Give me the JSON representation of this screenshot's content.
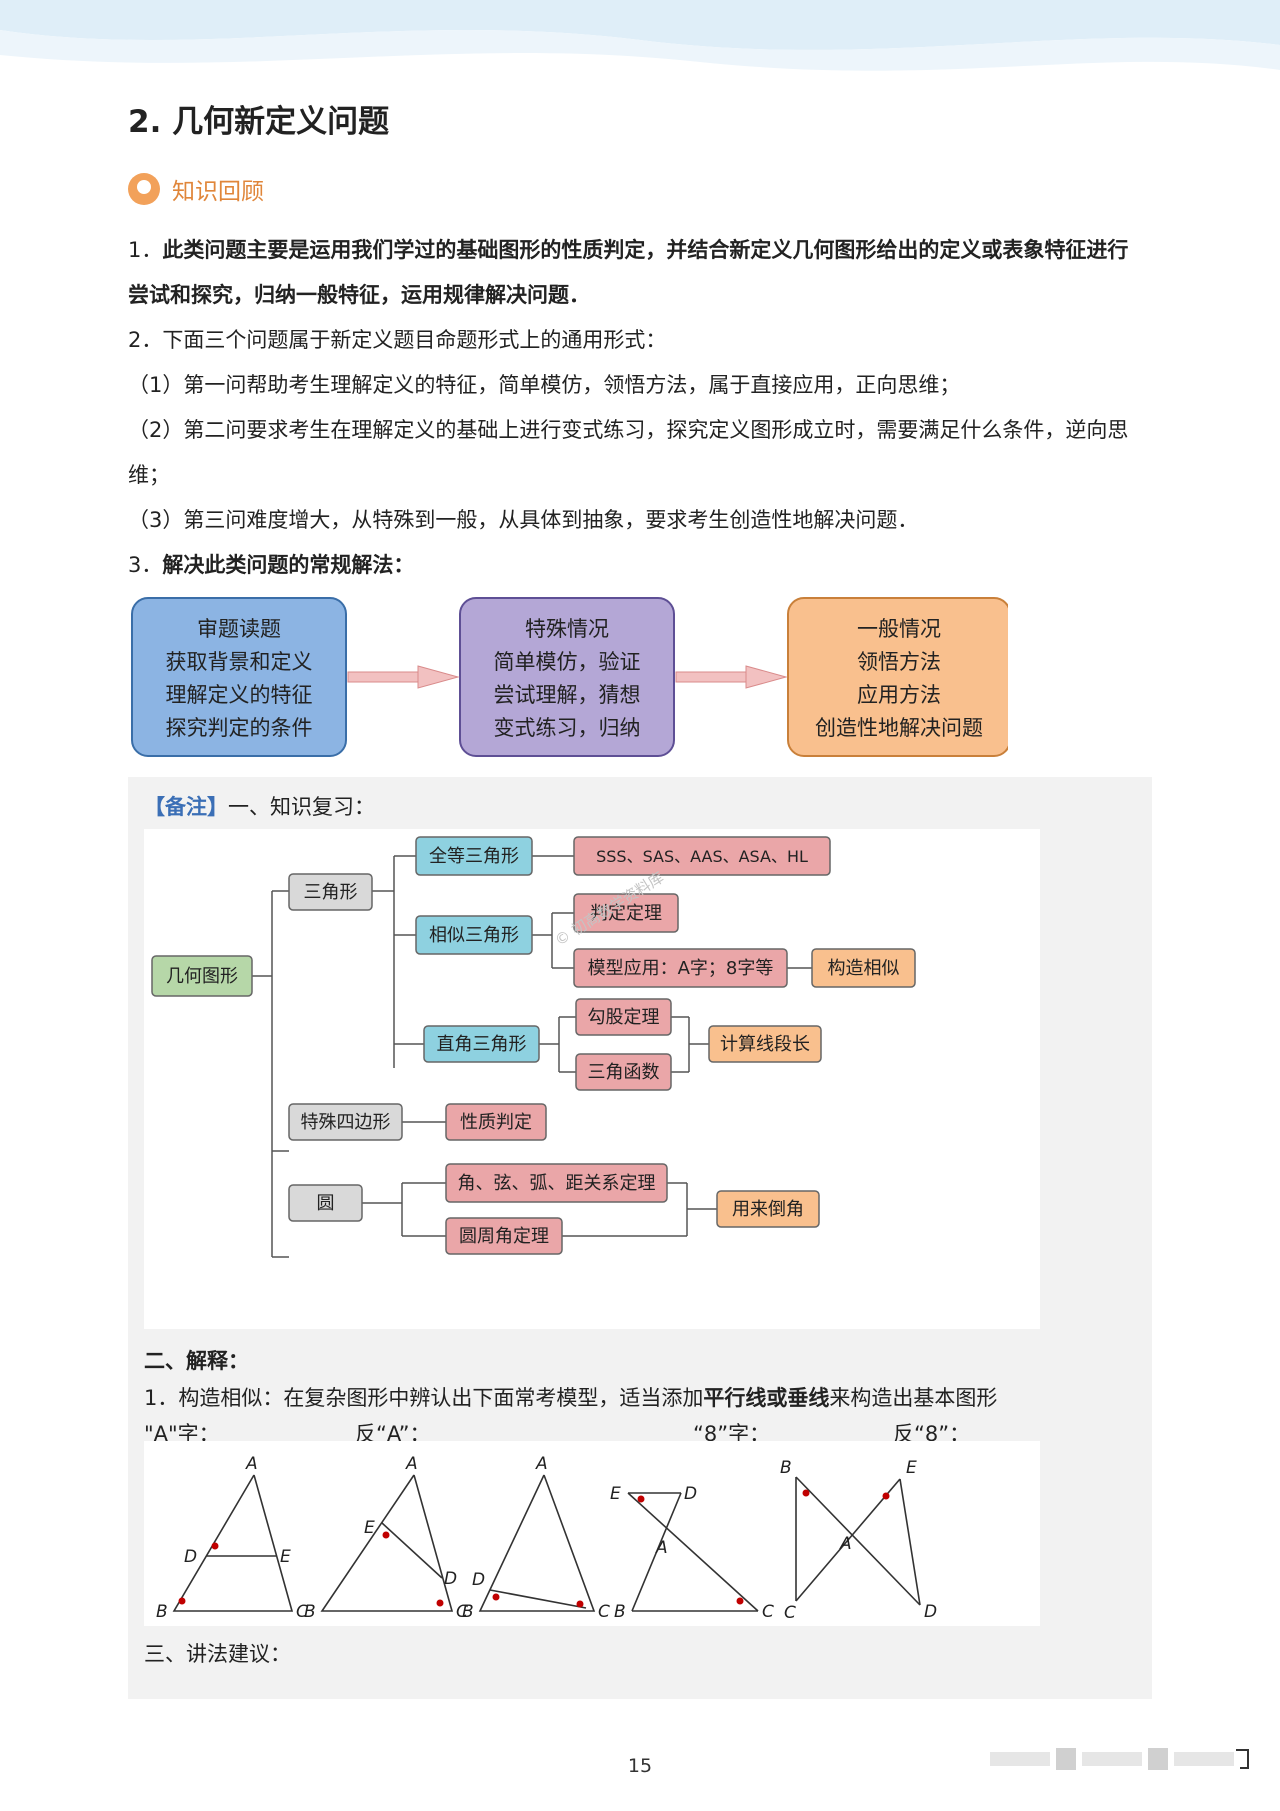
{
  "title": "2. 几何新定义问题",
  "knowledge_review": "知识回顾",
  "para1_num": "1．",
  "para1": "此类问题主要是运用我们学过的基础图形的性质判定，并结合新定义几何图形给出的定义或表象特征进行尝试和探究，归纳一般特征，运用规律解决问题．",
  "para2": "2．下面三个问题属于新定义题目命题形式上的通用形式：",
  "item1": "（1）第一问帮助考生理解定义的特征，简单模仿，领悟方法，属于直接应用，正向思维；",
  "item2": "（2）第二问要求考生在理解定义的基础上进行变式练习，探究定义图形成立时，需要满足什么条件，逆向思维；",
  "item3": "（3）第三问难度增大，从特殊到一般，从具体到抽象，要求考生创造性地解决问题．",
  "para3_num": "3．",
  "para3": "解决此类问题的常规解法：",
  "flow": [
    {
      "lines": [
        "审题读题",
        "获取背景和定义",
        "理解定义的特征",
        "探究判定的条件"
      ],
      "color": "#8cb4e3",
      "stroke": "#3a6ea8"
    },
    {
      "lines": [
        "特殊情况",
        "简单模仿，验证",
        "尝试理解，猜想",
        "变式练习，归纳"
      ],
      "color": "#b4a7d6",
      "stroke": "#5e4f95"
    },
    {
      "lines": [
        "一般情况",
        "领悟方法",
        "应用方法",
        "创造性地解决问题"
      ],
      "color": "#f9c08e",
      "stroke": "#c9803a"
    }
  ],
  "note": {
    "tag": "【备注】",
    "heading": "一、知识复习：",
    "mind": {
      "root": "几何图形",
      "triangle": "三角形",
      "congruent": "全等三角形",
      "congruent_rules": "SSS、SAS、AAS、ASA、HL",
      "similar": "相似三角形",
      "judge": "判定定理",
      "model": "模型应用：A字；8字等",
      "construct": "构造相似",
      "right": "直角三角形",
      "pythag": "勾股定理",
      "trig": "三角函数",
      "segment": "计算线段长",
      "quad": "特殊四边形",
      "quad_prop": "性质判定",
      "circle": "圆",
      "angle_chord": "角、弦、弧、距关系定理",
      "inscribed": "圆周角定理",
      "use_angle": "用来倒角",
      "watermark": "© 初高数学资料库"
    },
    "explain_heading": "二、解释：",
    "explain1_a": "1．构造相似：在复杂图形中辨认出下面常考模型，适当添加",
    "explain1_b": "平行线或垂线",
    "explain1_c": "来构造出基本图形",
    "models": [
      "\"A\"字：",
      "反“A”：",
      "“8”字：",
      "反“8”："
    ],
    "advice": "三、讲法建议："
  },
  "page_number": "15",
  "colors": {
    "green": "#b6d7a8",
    "gray": "#d9d9d9",
    "blue": "#8ed1e0",
    "pink": "#eaa6a8",
    "orange": "#f9c08e"
  }
}
